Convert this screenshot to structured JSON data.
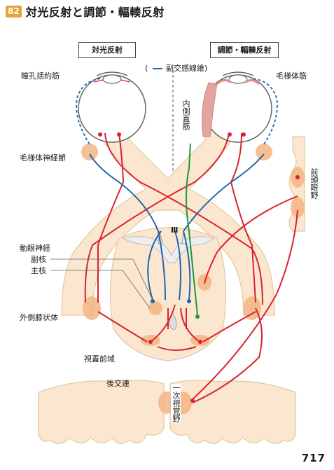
{
  "header": {
    "badge": "82",
    "title": "対光反射と調節・輻輳反射"
  },
  "boxes": {
    "left": "対光反射",
    "right": "調節・輻輳反射"
  },
  "legend": {
    "dash_symbol": "(",
    "line_symbol": "—",
    "text": "副交感線維)"
  },
  "labels": {
    "sphincter": "瞳孔括約筋",
    "ciliary_muscle": "毛様体筋",
    "ciliary_ganglion": "毛様体神経節",
    "medial_rectus": "内側直筋",
    "frontal_eye_field": "前頭眼野",
    "cn3_mark": "Ⅲ",
    "oculomotor_nerve": "動眼神経",
    "accessory_nucleus": "副核",
    "main_nucleus": "主核",
    "lgn": "外側膝状体",
    "pretectal": "視蓋前域",
    "posterior_commissure": "後交連",
    "visual_cortex": "一次視覚野"
  },
  "colors": {
    "nerve_red": "#d9232e",
    "parasym_blue": "#2166ae",
    "motor_green": "#1b9a3c",
    "tissue": "#fbe7cf",
    "tissue_edge": "#e3c79f",
    "nucleus": "#f3b584",
    "badge": "#e8a23a"
  },
  "footer": {
    "page": "717"
  }
}
